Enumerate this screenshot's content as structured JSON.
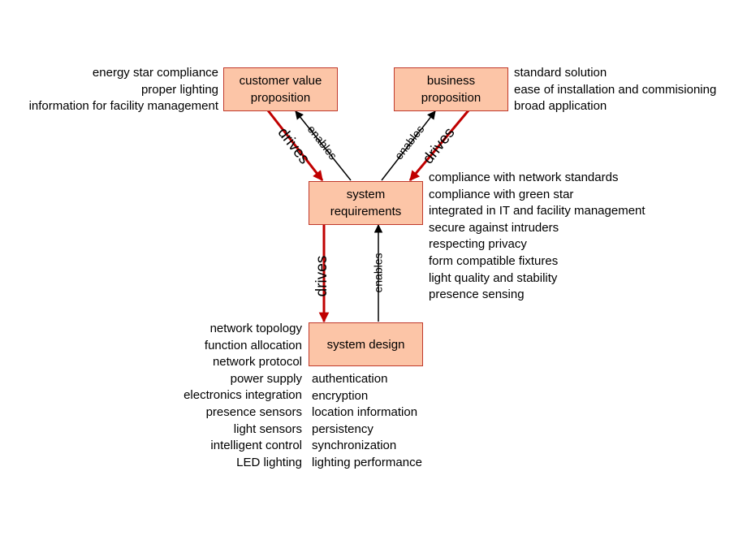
{
  "boxes": {
    "customer": "customer value\nproposition",
    "business": "business\nproposition",
    "requirements": "system\nrequirements",
    "design": "system design"
  },
  "lists": {
    "customer": [
      "energy star compliance",
      "proper lighting",
      "information for facility management"
    ],
    "business": [
      "standard solution",
      "ease of installation and commisioning",
      "broad application"
    ],
    "requirements": [
      "compliance with network standards",
      "compliance with green star",
      "integrated in IT and facility management",
      "secure against intruders",
      "respecting privacy",
      "form compatible fixtures",
      "light quality and stability",
      "presence sensing"
    ],
    "design_left": [
      "network topology",
      "function allocation",
      "network protocol",
      "power supply",
      "electronics integration",
      "presence sensors",
      "light sensors",
      "intelligent control",
      "LED lighting"
    ],
    "design_right": [
      "authentication",
      "encryption",
      "location information",
      "persistency",
      "synchronization",
      "lighting performance"
    ]
  },
  "arrows": {
    "drives": "drives",
    "enables": "enables"
  },
  "colors": {
    "box_fill": "#fcc5a7",
    "box_border": "#c0392b",
    "drives_arrow": "#c00000",
    "enables_arrow": "#000000"
  }
}
